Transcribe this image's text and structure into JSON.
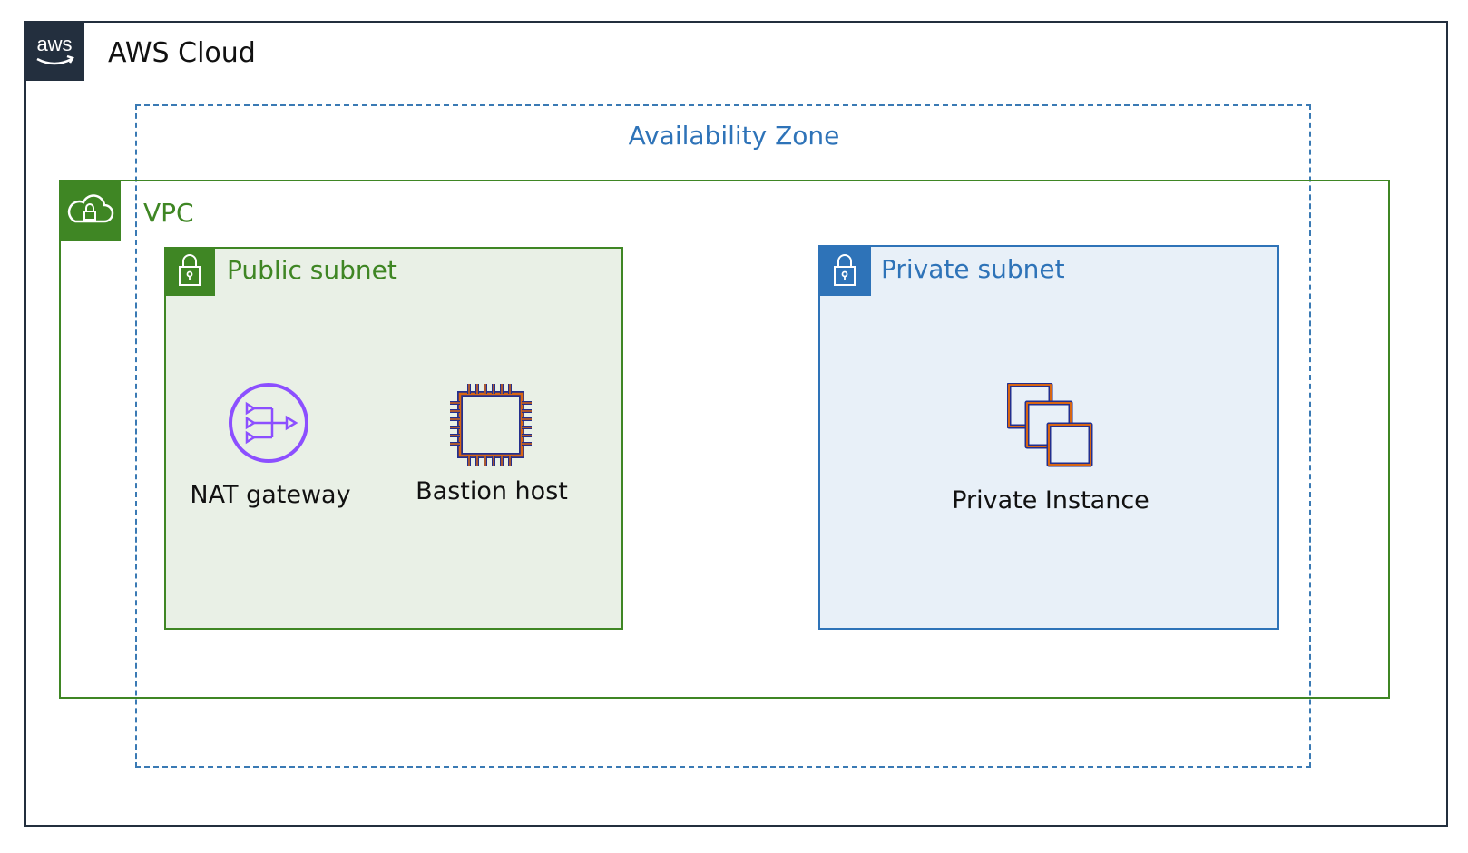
{
  "aws_cloud": {
    "title": "AWS Cloud",
    "logo_text": "aws"
  },
  "availability_zone": {
    "title": "Availability Zone"
  },
  "vpc": {
    "title": "VPC"
  },
  "public_subnet": {
    "title": "Public subnet",
    "services": [
      {
        "label": "NAT gateway",
        "icon": "nat-gateway-icon"
      },
      {
        "label": "Bastion host",
        "icon": "ec2-instance-icon"
      }
    ]
  },
  "private_subnet": {
    "title": "Private subnet",
    "services": [
      {
        "label": "Private Instance",
        "icon": "ec2-instances-icon"
      }
    ]
  },
  "colors": {
    "aws_dark": "#232f3e",
    "vpc_green": "#3f8624",
    "az_blue": "#2e73b8",
    "public_fill": "#e9f0e6",
    "private_fill": "#e8f0f8",
    "nat_purple": "#8c4fff",
    "compute_orange": "#d86613"
  }
}
